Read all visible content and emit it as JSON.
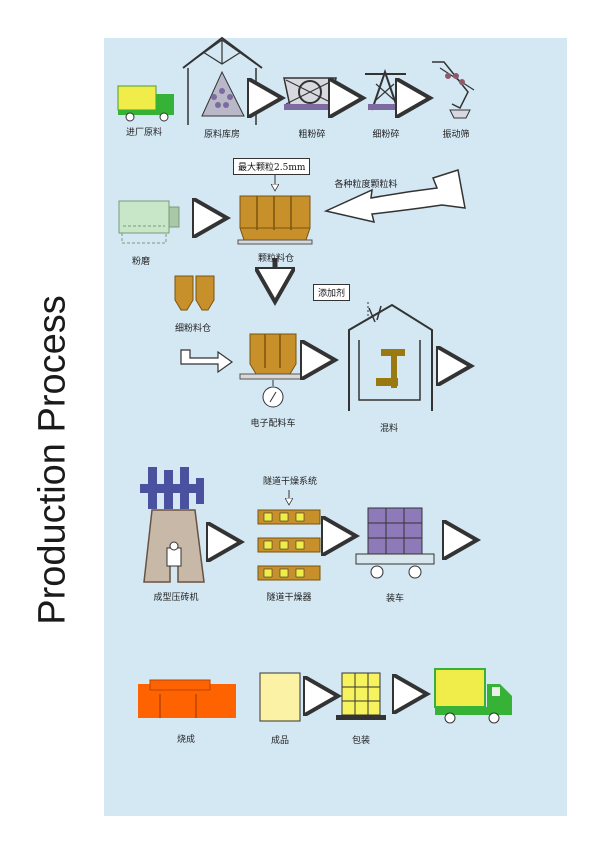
{
  "side_title": "Production Process",
  "steps": {
    "raw_in": "进厂原料",
    "raw_store": "原料库房",
    "coarse": "粗粉碎",
    "fine": "细粉碎",
    "screen": "振动筛",
    "powder": "粉磨",
    "granule_bin": "颗粒料仓",
    "fine_bin": "细粉料仓",
    "scale": "电子配料车",
    "mixer": "混料",
    "press": "成型压砖机",
    "dryer": "隧道干燥器",
    "cart": "装车",
    "fire": "烧成",
    "product": "成品",
    "pack": "包装"
  },
  "notes": {
    "max_size": "最大颗粒2.5mm",
    "grades": "各种粒度颗粒料",
    "additive": "添加剂",
    "dry_system": "隧道干燥系统"
  },
  "colors": {
    "panel": "#d4e8f4",
    "bin": "#c8902a",
    "truck_yellow": "#f0ec4a",
    "truck_green": "#36b236",
    "brick_stack": "#8e7ab8",
    "press": "#4a52a0",
    "kiln": "#ff6200",
    "product": "#fbf2a6",
    "mixer_shaft": "#9a7a10"
  }
}
